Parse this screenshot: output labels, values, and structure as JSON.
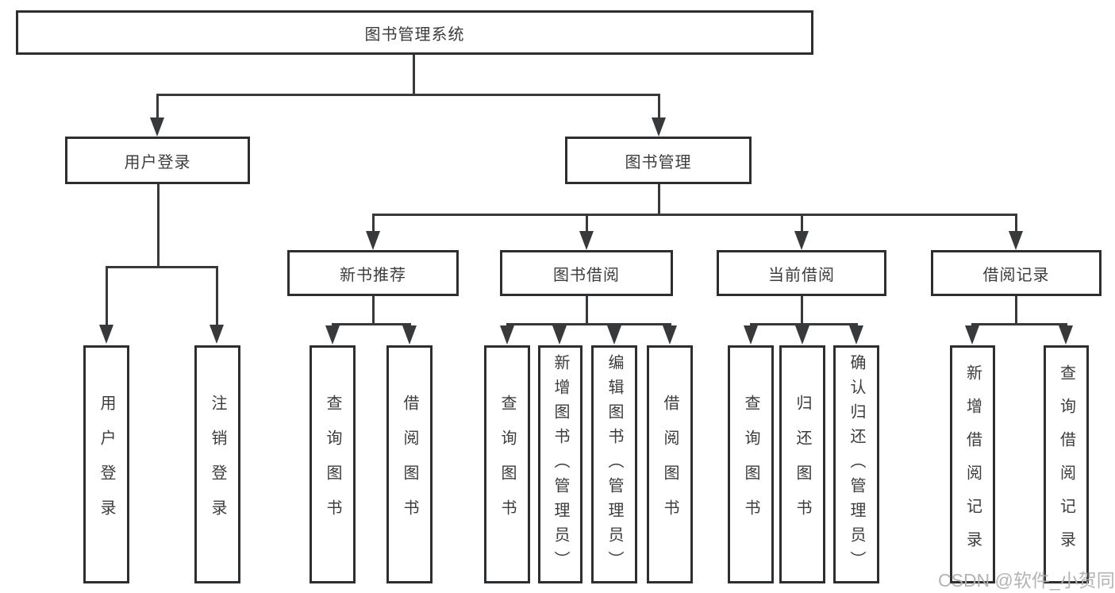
{
  "root": {
    "label": "图书管理系统"
  },
  "tree": {
    "user_login": {
      "label": "用户登录",
      "children": [
        {
          "label": "用户登录"
        },
        {
          "label": "注销登录"
        }
      ]
    },
    "book_mgmt": {
      "label": "图书管理",
      "children": [
        {
          "label": "新书推荐",
          "children": [
            {
              "label": "查询图书"
            },
            {
              "label": "借阅图书"
            }
          ]
        },
        {
          "label": "图书借阅",
          "children": [
            {
              "label": "查询图书"
            },
            {
              "label": "新增图书（管理员）"
            },
            {
              "label": "编辑图书（管理员）"
            },
            {
              "label": "借阅图书"
            }
          ]
        },
        {
          "label": "当前借阅",
          "children": [
            {
              "label": "查询图书"
            },
            {
              "label": "归还图书"
            },
            {
              "label": "确认归还（管理员）"
            }
          ]
        },
        {
          "label": "借阅记录",
          "children": [
            {
              "label": "新增借阅记录"
            },
            {
              "label": "查询借阅记录"
            }
          ]
        }
      ]
    }
  },
  "watermark": "CSDN @软件_小贺同学",
  "colors": {
    "line": "#38393b",
    "border": "#2d2e30",
    "text": "#3c3c3c",
    "watermark": "#b0b0b0",
    "background": "#ffffff"
  }
}
